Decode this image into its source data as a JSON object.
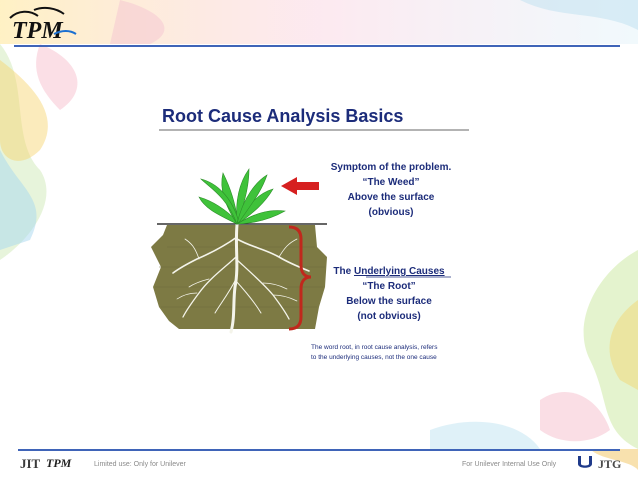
{
  "header": {
    "logo_text": "TPM"
  },
  "diagram": {
    "title": "Root Cause Analysis Basics",
    "symptom": {
      "line1": "Symptom of the problem.",
      "line2": "“The Weed”",
      "line3": "Above the surface",
      "line4": "(obvious)"
    },
    "causes": {
      "line1_prefix": "The ",
      "line1_underlined": "Underlying Causes",
      "line2": "“The Root”",
      "line3": "Below the surface",
      "line4": "(not obvious)"
    },
    "note": {
      "line1": "The word root, in root cause analysis, refers",
      "line2": "to the underlying causes, not the one cause"
    },
    "colors": {
      "soil": "#7d7a44",
      "weed": "#3fc23a",
      "arrow": "#d62020",
      "bracket": "#c0281c",
      "text": "#1c2c7a"
    }
  },
  "footer": {
    "left_logo": "JIT",
    "left_logo2": "TPM",
    "left_text": "Limited use: Only for Unilever",
    "right_text": "For Unilever Internal Use Only",
    "right_logo": "JTG"
  }
}
